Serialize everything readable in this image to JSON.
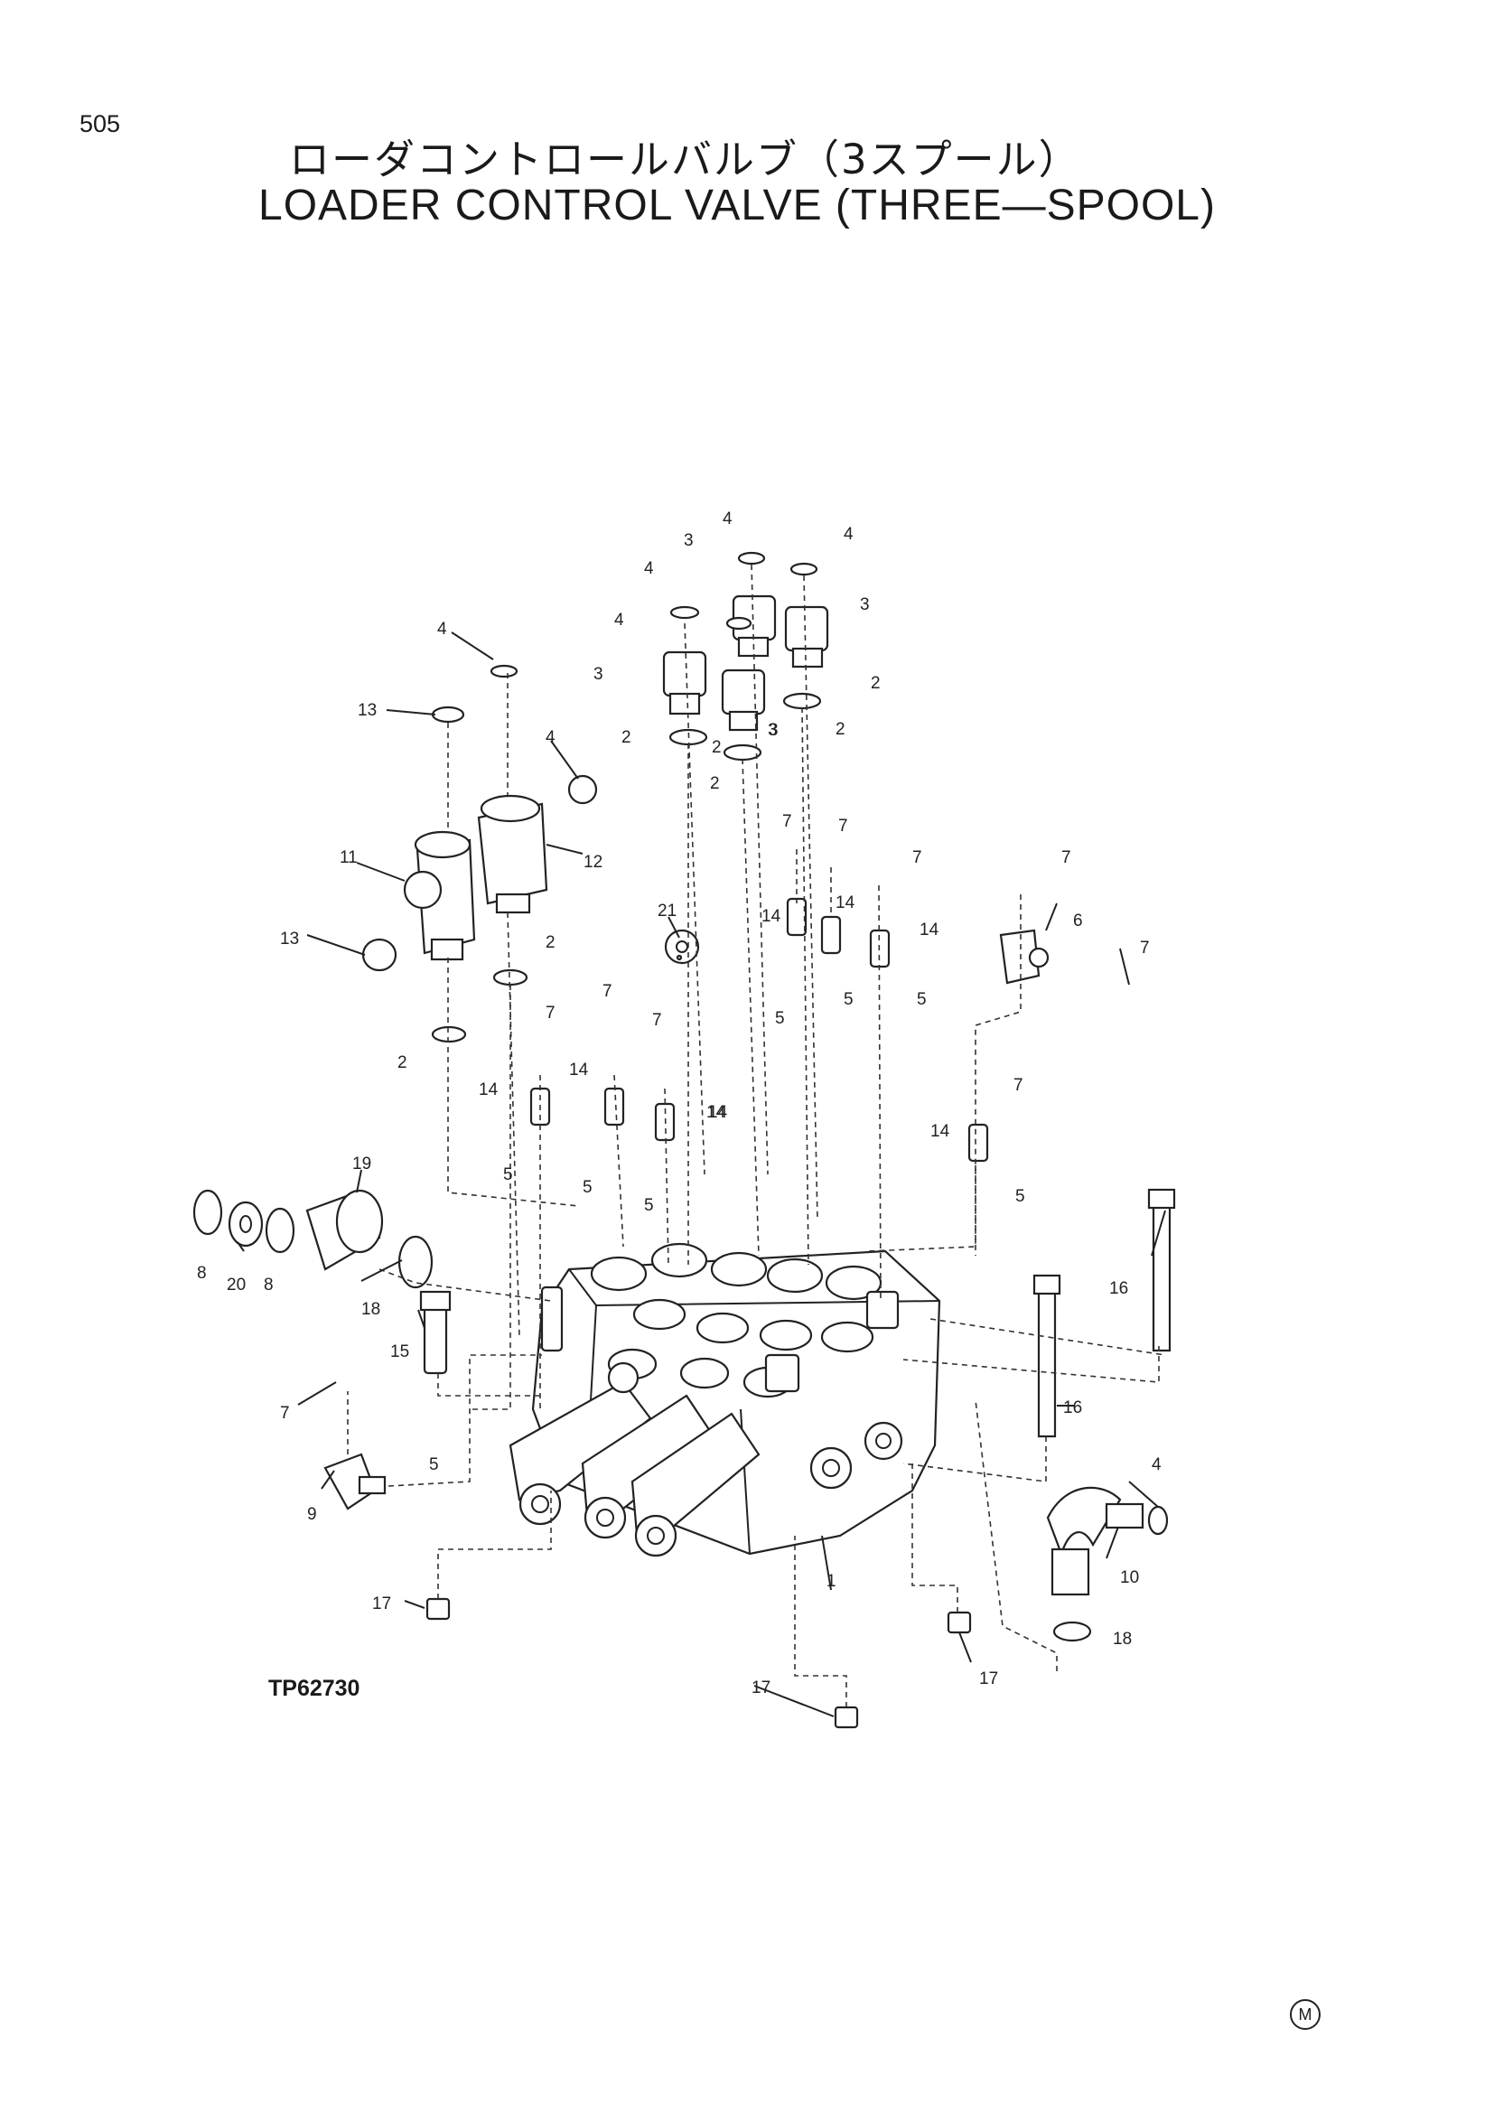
{
  "header": {
    "page_number": "505",
    "title_jp": "ローダコントロールバルブ（3スプール）",
    "title_en": "LOADER CONTROL VALVE (THREE—SPOOL)"
  },
  "figure": {
    "code": "TP62730",
    "mark": "M"
  },
  "callouts": [
    "1",
    "2",
    "2",
    "2",
    "2",
    "2",
    "2",
    "2",
    "3",
    "3",
    "3",
    "3",
    "3",
    "4",
    "4",
    "4",
    "4",
    "4",
    "4",
    "4",
    "5",
    "5",
    "5",
    "5",
    "5",
    "5",
    "5",
    "5",
    "6",
    "7",
    "7",
    "7",
    "7",
    "7",
    "7",
    "7",
    "7",
    "7",
    "7",
    "8",
    "8",
    "9",
    "10",
    "11",
    "12",
    "13",
    "13",
    "14",
    "14",
    "14",
    "14",
    "14",
    "14",
    "14",
    "14",
    "15",
    "16",
    "16",
    "17",
    "17",
    "17",
    "18",
    "18",
    "19",
    "20",
    "21"
  ]
}
